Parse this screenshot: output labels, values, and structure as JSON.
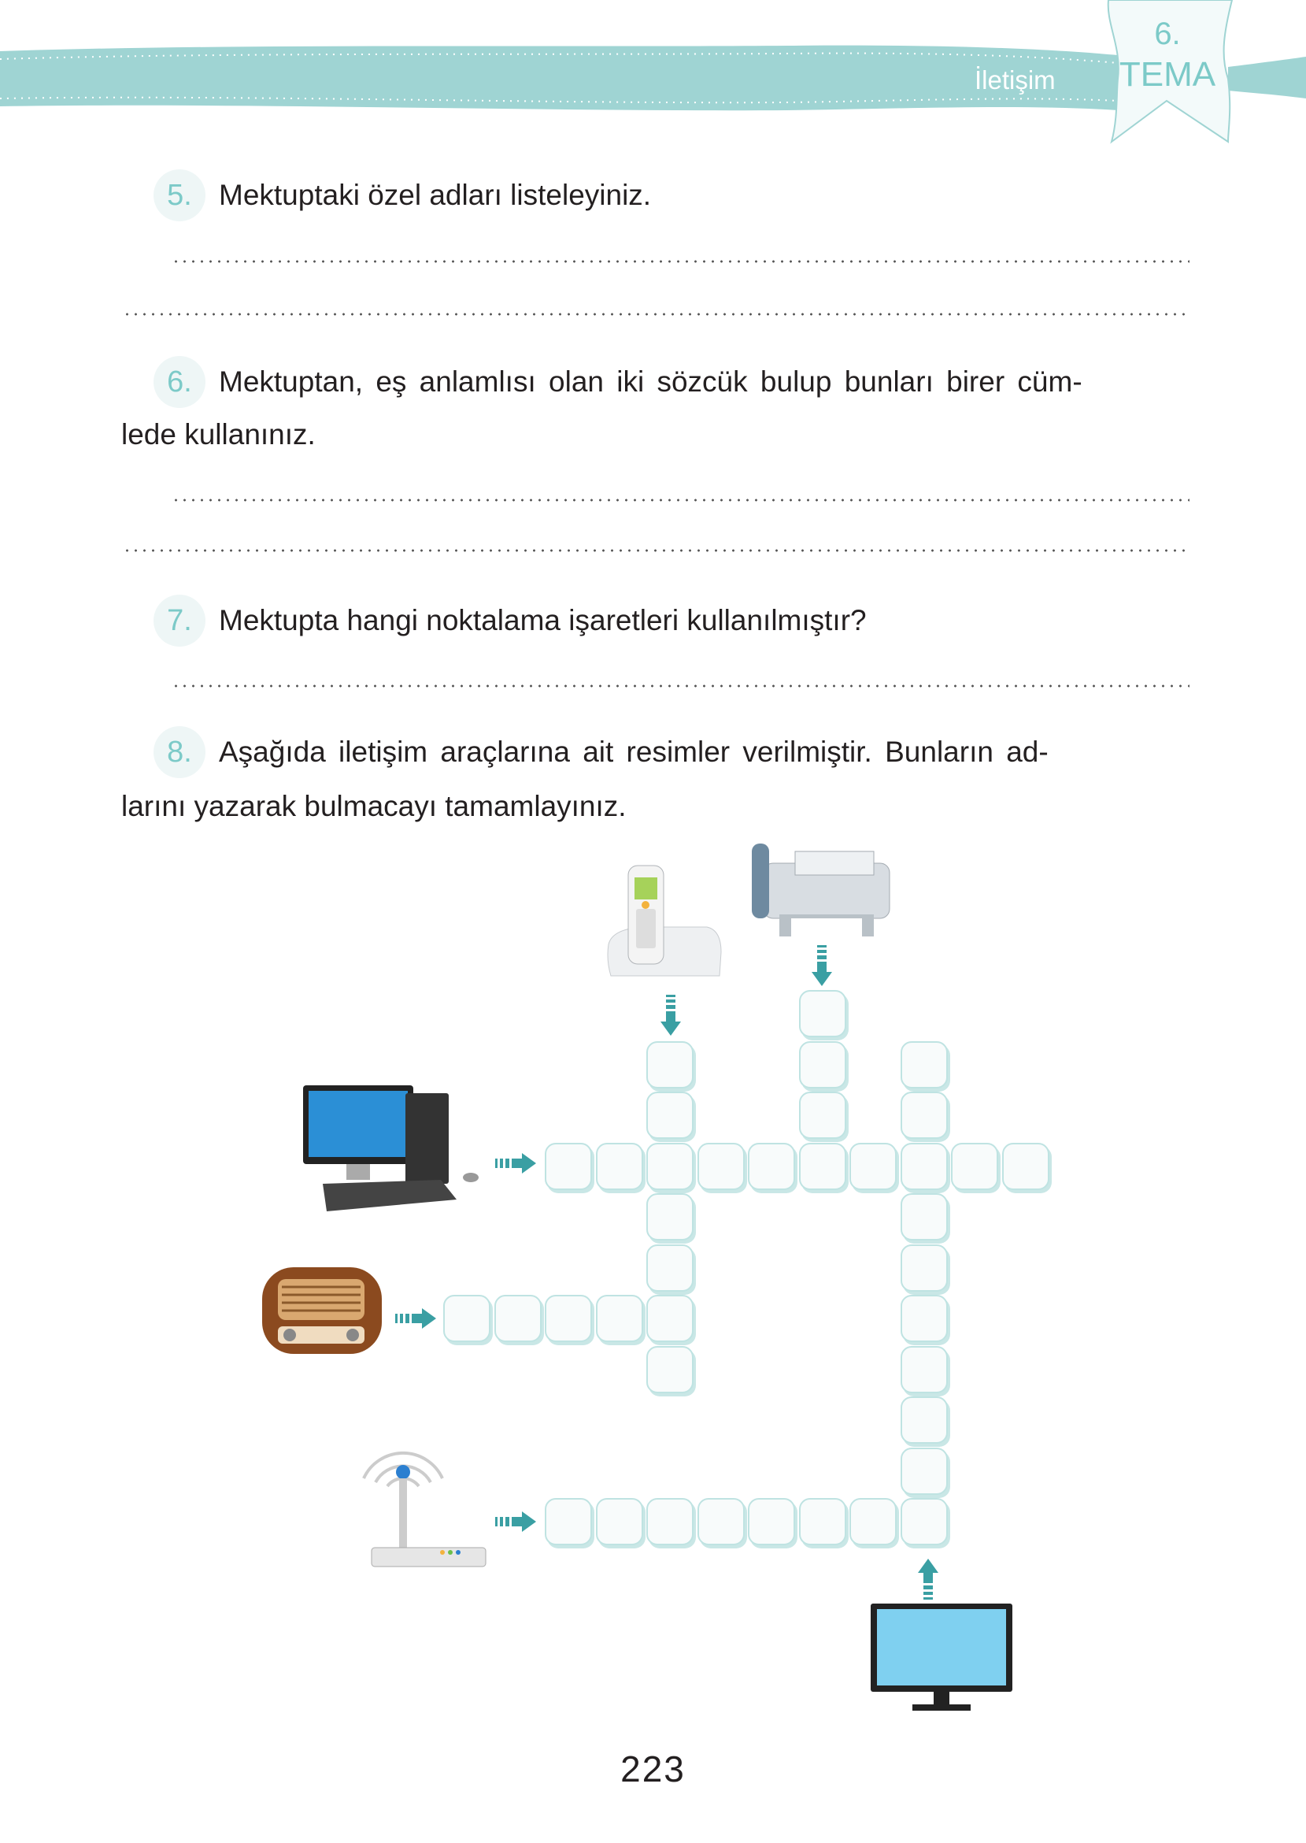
{
  "header": {
    "theme_name": "İletişim",
    "theme_number": "6.",
    "theme_label": "TEMA",
    "accent_color": "#9fd4d3",
    "number_color": "#7ccac8"
  },
  "questions": [
    {
      "number": "5.",
      "text": "Mektuptaki özel adları listeleyiniz."
    },
    {
      "number": "6.",
      "text": "Mektuptan, eş anlamlısı olan iki sözcük bulup bunları birer cüm-",
      "text_cont": "lede kullanınız."
    },
    {
      "number": "7.",
      "text": "Mektupta hangi noktalama işaretleri kullanılmıştır?"
    },
    {
      "number": "8.",
      "text": "Aşağıda iletişim araçlarına ait resimler verilmiştir. Bunların ad-",
      "text_cont": "larını yazarak bulmacayı tamamlayınız."
    }
  ],
  "crossword": {
    "clues": [
      {
        "icon": "cordless-phone-icon",
        "direction": "down",
        "length": 7
      },
      {
        "icon": "fax-machine-icon",
        "direction": "down",
        "length": 4
      },
      {
        "icon": "desktop-computer-icon",
        "direction": "across",
        "length": 10
      },
      {
        "icon": "radio-icon",
        "direction": "across",
        "length": 5
      },
      {
        "icon": "wifi-router-icon",
        "direction": "across",
        "length": 8
      },
      {
        "icon": "television-icon",
        "direction": "up",
        "length": 10
      }
    ]
  },
  "page_number": "223"
}
